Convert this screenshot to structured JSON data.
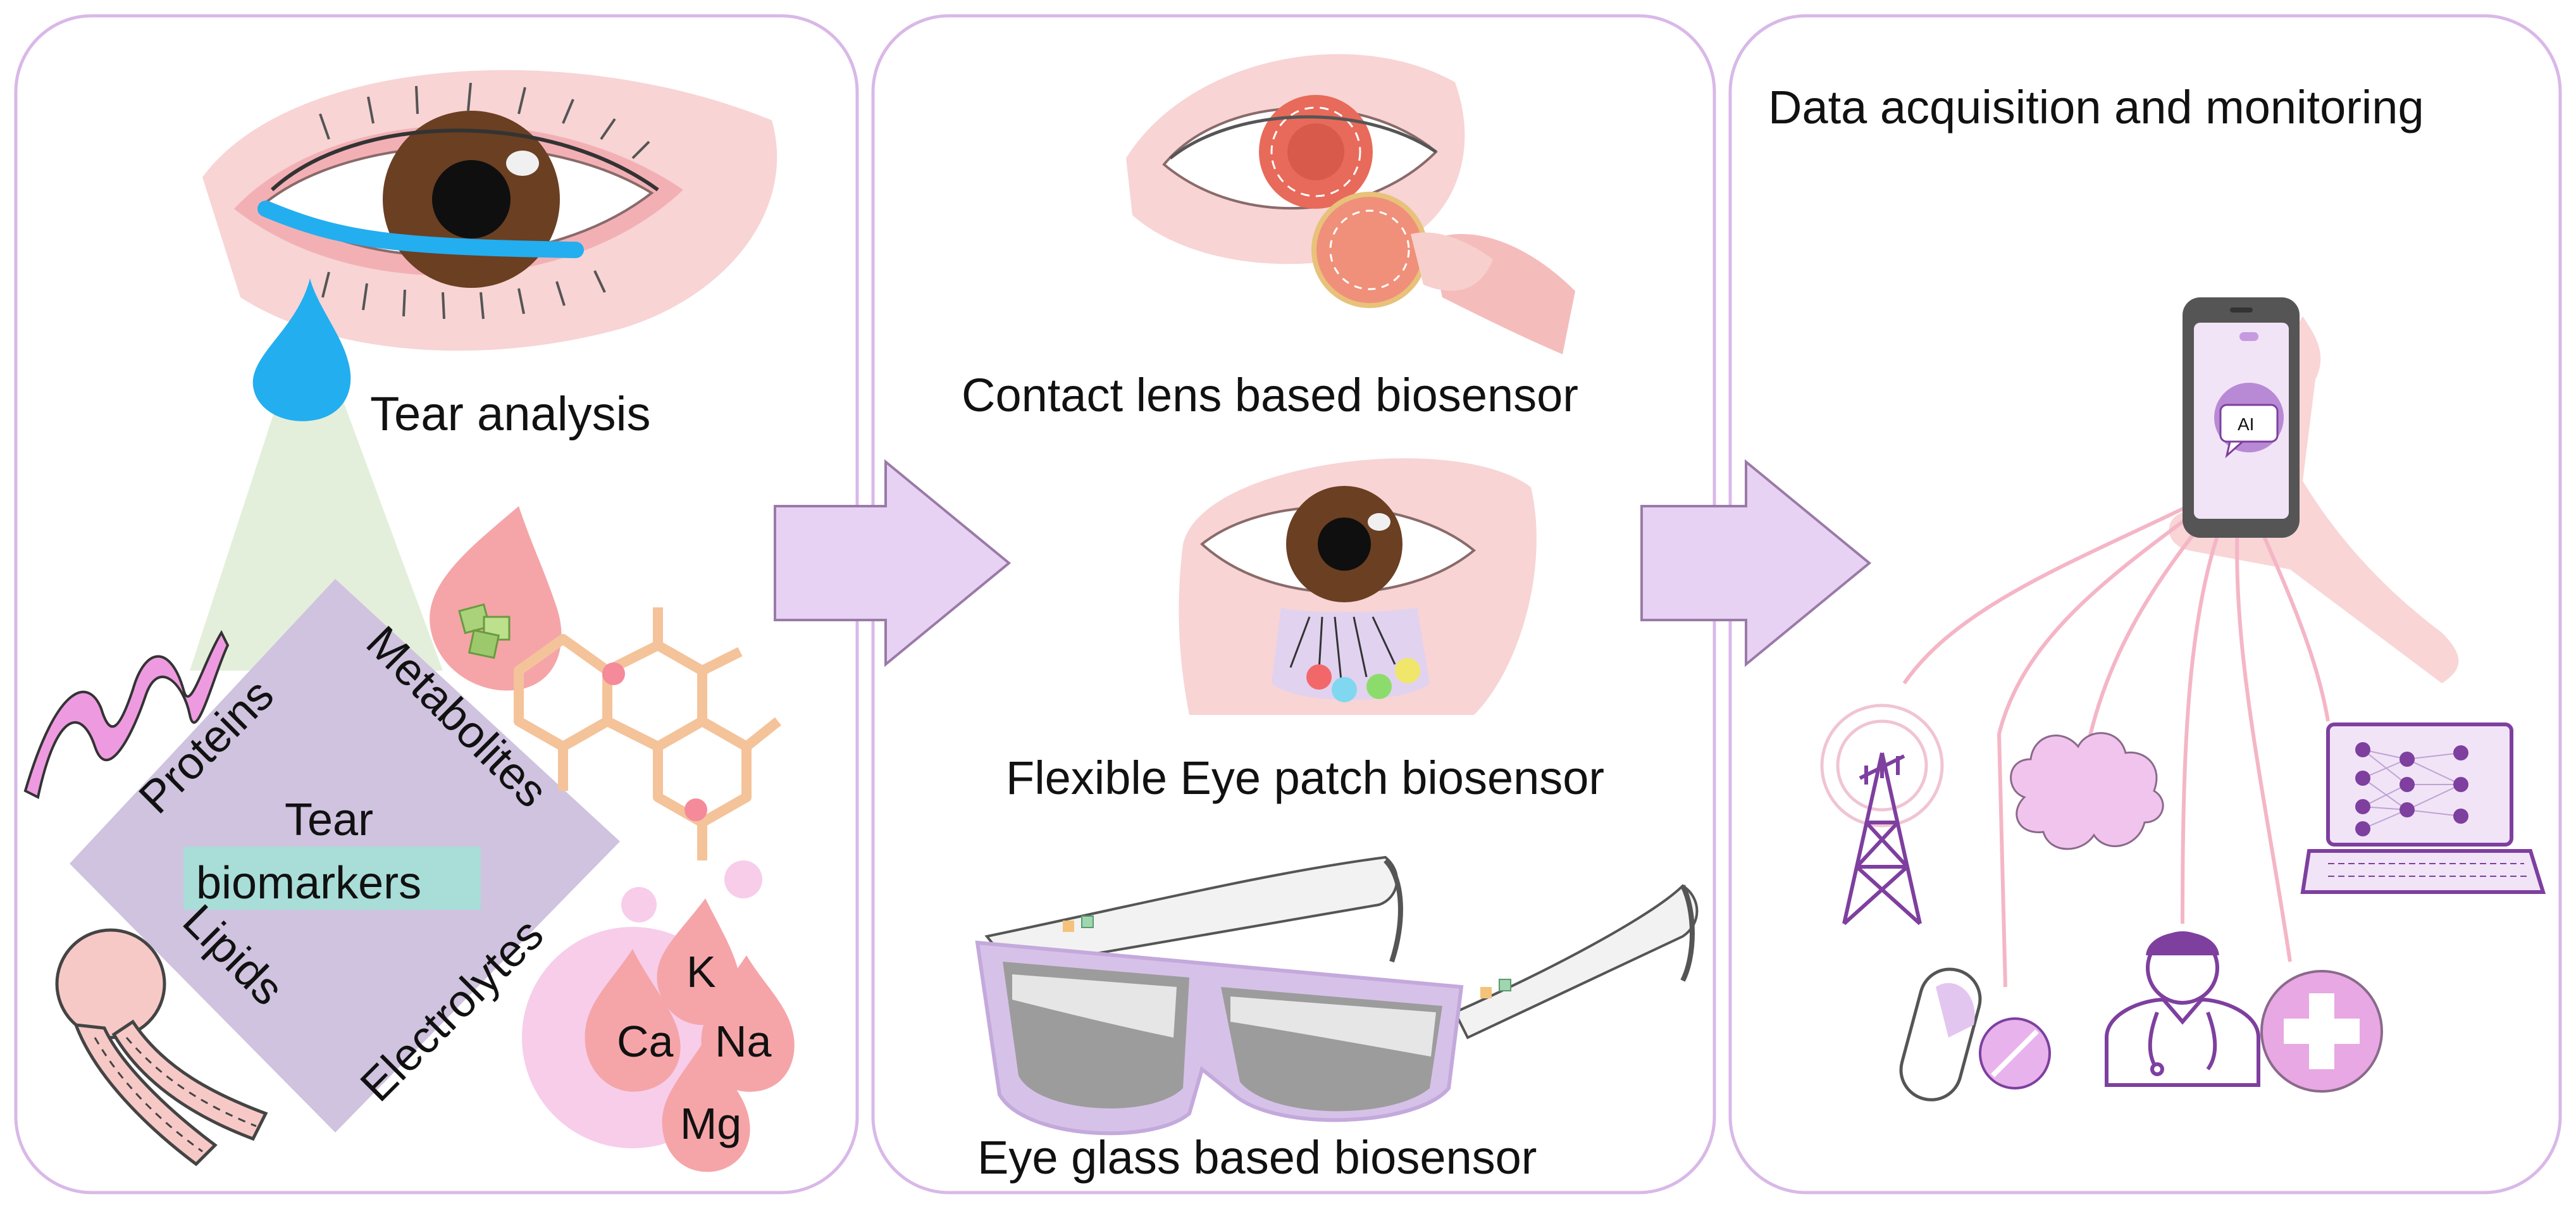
{
  "panels": {
    "left": {
      "title": "Tear analysis",
      "biomarkers": {
        "center_line1": "Tear",
        "center_line2": "biomarkers",
        "proteins": "Proteins",
        "metabolites": "Metabolites",
        "lipids": "Lipids",
        "electrolytes": "Electrolytes"
      },
      "ions": {
        "k": "K",
        "ca": "Ca",
        "na": "Na",
        "mg": "Mg"
      }
    },
    "middle": {
      "contact_lens": "Contact lens based biosensor",
      "eye_patch": "Flexible Eye patch biosensor",
      "eye_glass": "Eye glass based biosensor"
    },
    "right": {
      "title": "Data acquisition and monitoring",
      "phone_label": "AI"
    }
  },
  "colors": {
    "panel_border": "#d9b8e8",
    "arrow_fill": "#e8d2f4",
    "arrow_stroke": "#9a7aa8",
    "diamond": "#cfc3df",
    "skin": "#f7c9c6",
    "iris": "#6b3f22",
    "tear": "#23aef0",
    "purple_icon": "#7e3f9f",
    "pink_line": "#f4b6c6"
  },
  "icons": [
    "eye-icon",
    "tear-drop-icon",
    "dna-icon",
    "lipid-icon",
    "metabolite-molecule-icon",
    "electrolyte-drops-icon",
    "contact-lens-eye-icon",
    "eye-patch-icon",
    "eyeglasses-icon",
    "smartphone-icon",
    "ai-chat-icon",
    "antenna-tower-icon",
    "cloud-icon",
    "laptop-neural-net-icon",
    "pill-icon",
    "tablet-icon",
    "doctor-icon",
    "medical-cross-icon"
  ]
}
